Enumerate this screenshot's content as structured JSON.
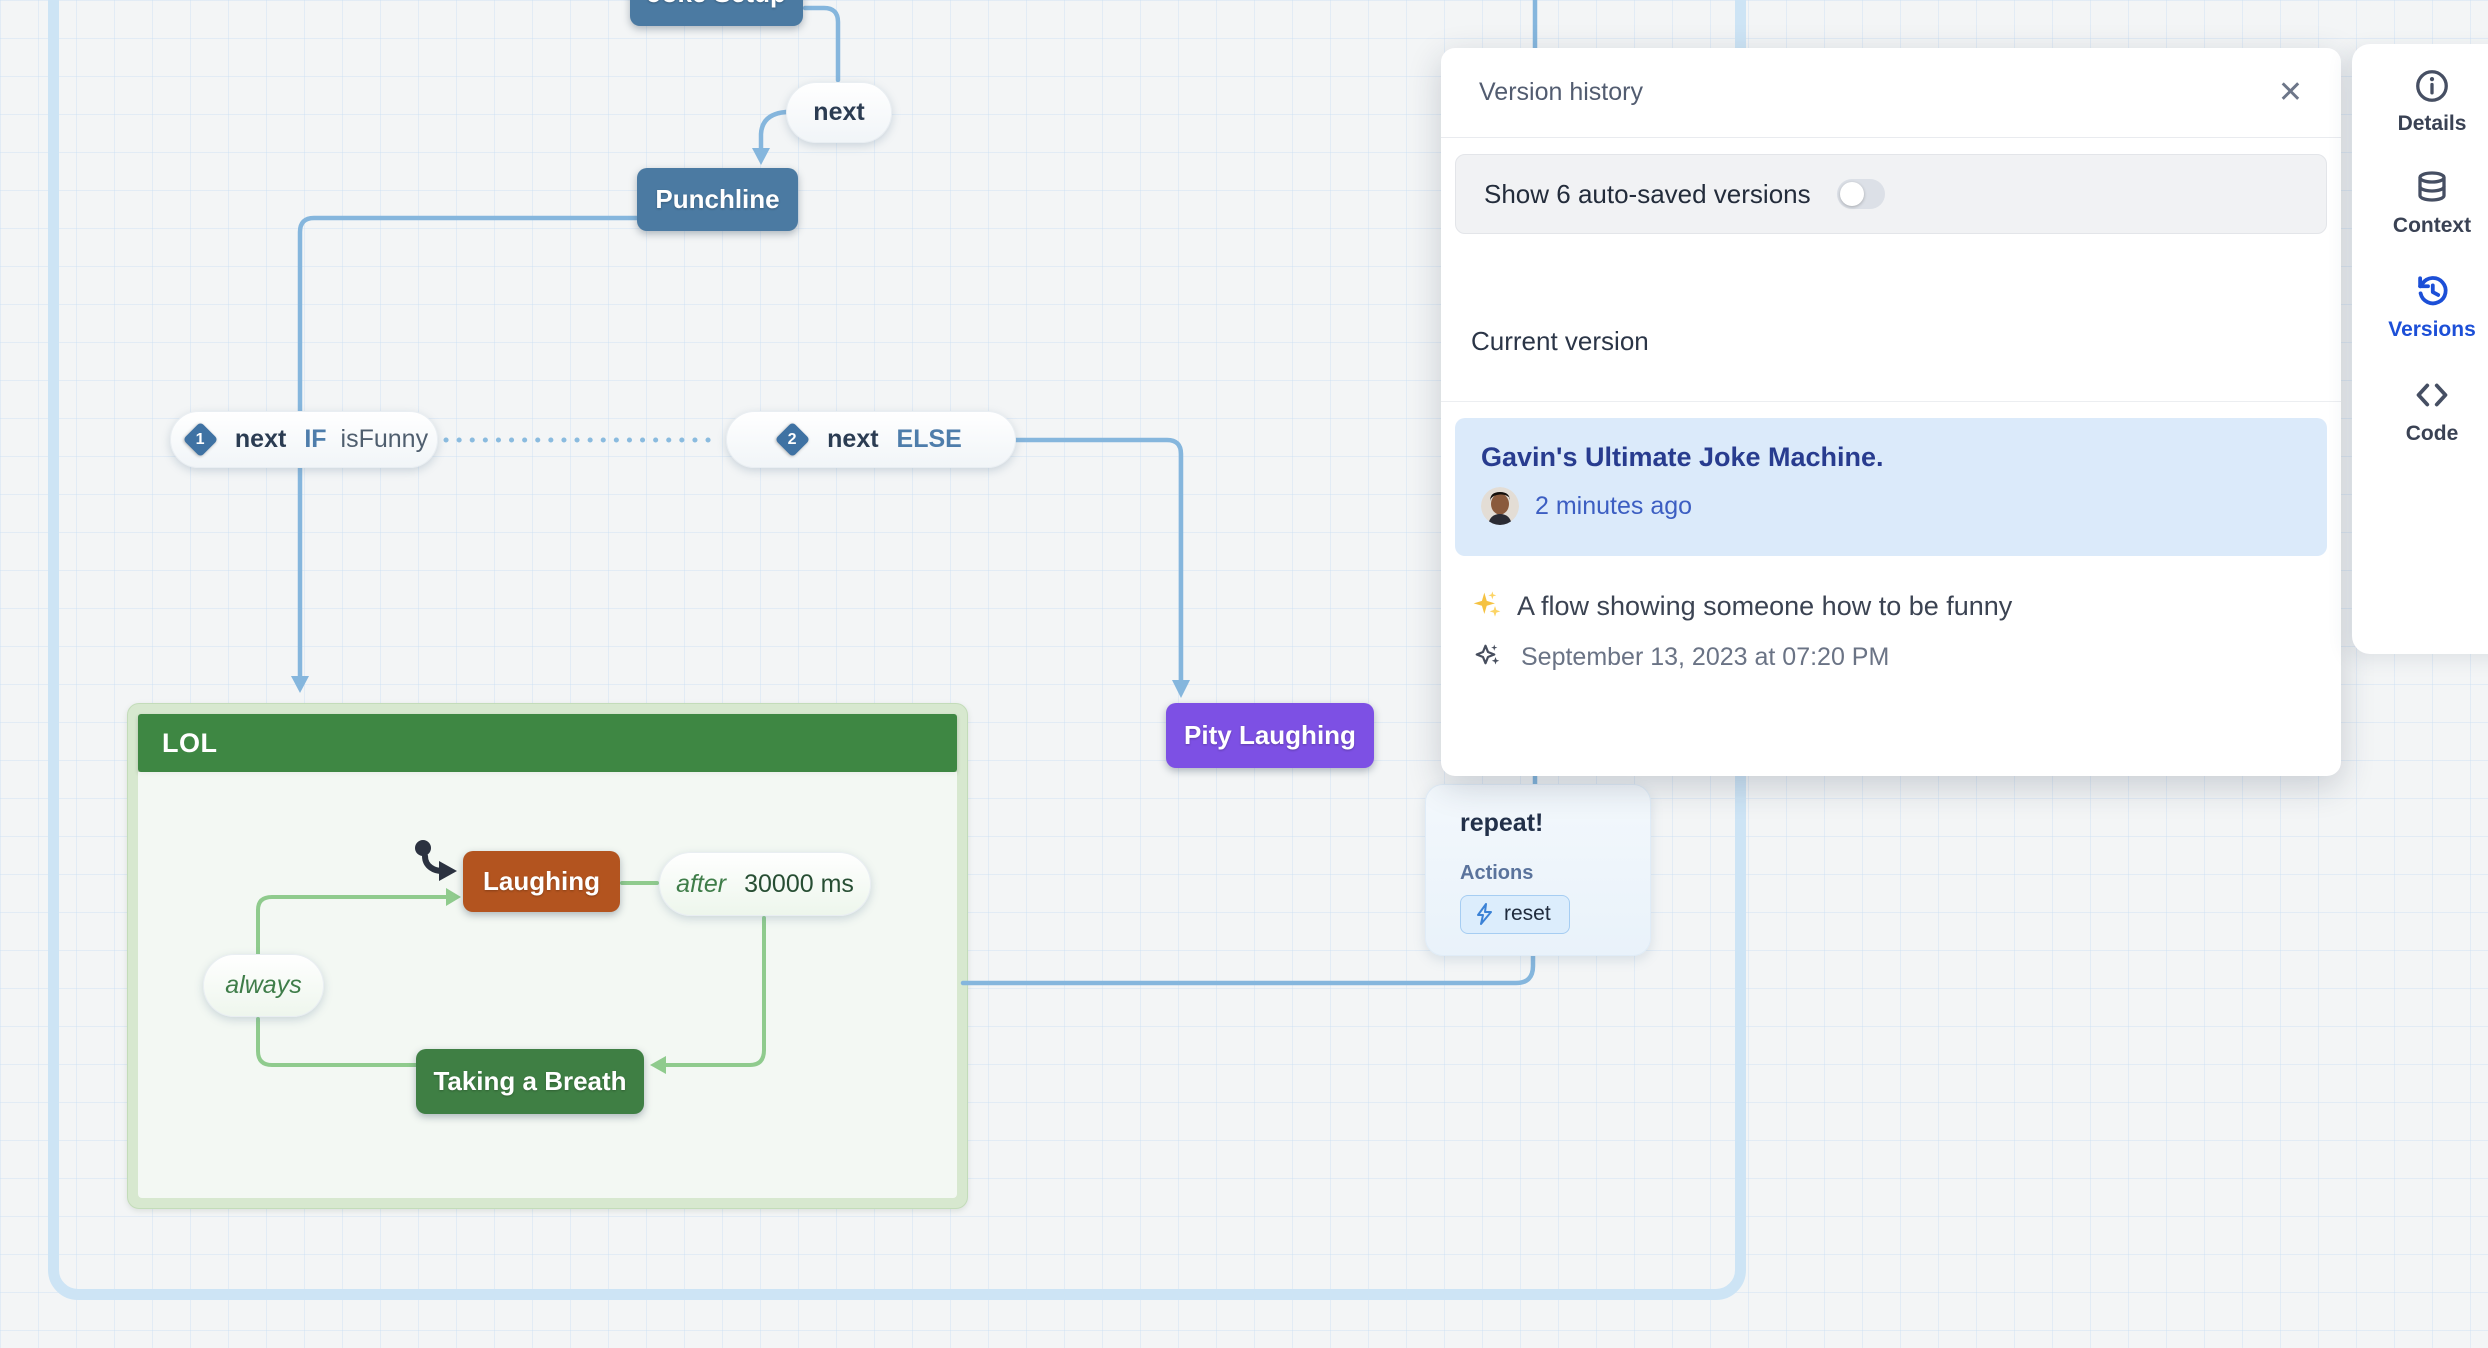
{
  "canvas": {
    "nodes": {
      "joke_setup": {
        "label": "Joke Setup"
      },
      "punchline": {
        "label": "Punchline"
      },
      "pity_laughing": {
        "label": "Pity Laughing"
      },
      "lol_group": {
        "label": "LOL"
      },
      "laughing": {
        "label": "Laughing"
      },
      "taking_a_breath": {
        "label": "Taking a Breath"
      }
    },
    "transitions": {
      "next_top": {
        "label": "next"
      },
      "guard_if": {
        "badge": "1",
        "event": "next",
        "keyword": "IF",
        "condition": "isFunny"
      },
      "guard_else": {
        "badge": "2",
        "event": "next",
        "keyword": "ELSE"
      },
      "delay": {
        "keyword": "after",
        "value": "30000 ms"
      },
      "always": {
        "label": "always"
      }
    },
    "repeat_card": {
      "title": "repeat!",
      "actions_label": "Actions",
      "action_label": "reset"
    }
  },
  "version_panel": {
    "title": "Version history",
    "close_glyph": "✕",
    "toggle_label": "Show 6 auto-saved versions",
    "toggle_on": false,
    "section_heading": "Current version",
    "current": {
      "title": "Gavin's Ultimate Joke Machine.",
      "time": "2 minutes ago"
    },
    "previous": {
      "title": "A flow showing someone how to be funny",
      "time": "September 13, 2023 at 07:20 PM"
    }
  },
  "sidebar": {
    "items": [
      {
        "label": "Details",
        "icon": "info-icon",
        "active": false
      },
      {
        "label": "Context",
        "icon": "database-icon",
        "active": false
      },
      {
        "label": "Versions",
        "icon": "history-icon",
        "active": true
      },
      {
        "label": "Code",
        "icon": "code-icon",
        "active": false
      }
    ]
  },
  "colors": {
    "node_blue": "#4b7aa2",
    "node_purple": "#7d50e4",
    "node_rust": "#b3541f",
    "node_green": "#3f7f44",
    "group_header_green": "#3e8743",
    "edge_blue": "#85b6dd",
    "edge_green": "#8fcb8d",
    "frame_blue": "#cde4f5",
    "active_blue": "#1c4fd7",
    "selected_version_bg": "#dbeafa"
  }
}
